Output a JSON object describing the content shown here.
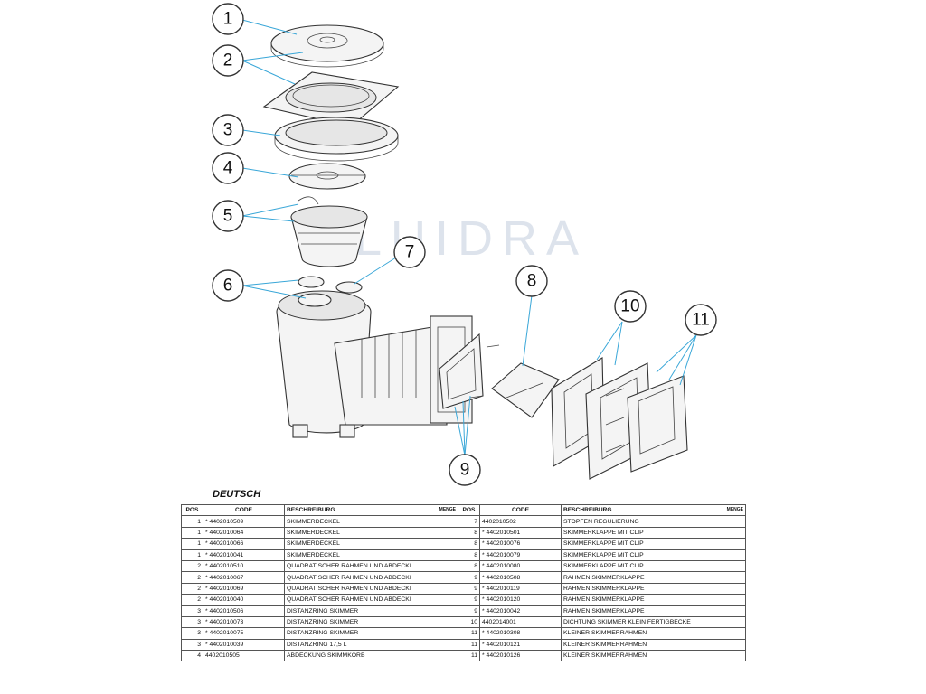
{
  "diagram": {
    "watermark": "LUIDRA",
    "callouts": [
      "1",
      "2",
      "3",
      "4",
      "5",
      "6",
      "7",
      "8",
      "9",
      "10",
      "11"
    ]
  },
  "section_heading": "DEUTSCH",
  "table": {
    "headers": {
      "pos": "POS",
      "code": "CODE",
      "desc": "BESCHREIBURG",
      "qty": "MENGE"
    },
    "left_rows": [
      {
        "pos": "1",
        "code": "* 4402010509",
        "desc": "SKIMMERDECKEL"
      },
      {
        "pos": "1",
        "code": "* 4402010064",
        "desc": "SKIMMERDECKEL"
      },
      {
        "pos": "1",
        "code": "* 4402010066",
        "desc": "SKIMMERDECKEL"
      },
      {
        "pos": "1",
        "code": "* 4402010041",
        "desc": "SKIMMERDECKEL"
      },
      {
        "pos": "2",
        "code": "* 4402010510",
        "desc": "QUADRATISCHER RAHMEN UND ABDECKI"
      },
      {
        "pos": "2",
        "code": "* 4402010067",
        "desc": "QUADRATISCHER RAHMEN UND ABDECKI"
      },
      {
        "pos": "2",
        "code": "* 4402010069",
        "desc": "QUADRATISCHER RAHMEN UND ABDECKI"
      },
      {
        "pos": "2",
        "code": "* 4402010040",
        "desc": "QUADRATISCHER RAHMEN UND ABDECKI"
      },
      {
        "pos": "3",
        "code": "* 4402010506",
        "desc": "DISTANZRING SKIMMER"
      },
      {
        "pos": "3",
        "code": "* 4402010073",
        "desc": "DISTANZRING SKIMMER"
      },
      {
        "pos": "3",
        "code": "* 4402010075",
        "desc": "DISTANZRING SKIMMER"
      },
      {
        "pos": "3",
        "code": "* 4402010039",
        "desc": "DISTANZRING 17,5 L"
      },
      {
        "pos": "4",
        "code": "4402010505",
        "desc": "ABDECKUNG SKIMMKORB"
      }
    ],
    "right_rows": [
      {
        "pos": "7",
        "code": "4402010502",
        "desc": "STOPFEN REGULIERUNG"
      },
      {
        "pos": "8",
        "code": "* 4402010501",
        "desc": "SKIMMERKLAPPE MIT CLIP"
      },
      {
        "pos": "8",
        "code": "* 4402010076",
        "desc": "SKIMMERKLAPPE MIT CLIP"
      },
      {
        "pos": "8",
        "code": "* 4402010079",
        "desc": "SKIMMERKLAPPE MIT CLIP"
      },
      {
        "pos": "8",
        "code": "* 4402010080",
        "desc": "SKIMMERKLAPPE MIT CLIP"
      },
      {
        "pos": "9",
        "code": "* 4402010508",
        "desc": "RAHMEN SKIMMERKLAPPE"
      },
      {
        "pos": "9",
        "code": "* 4402010119",
        "desc": "RAHMEN SKIMMERKLAPPE"
      },
      {
        "pos": "9",
        "code": "* 4402010120",
        "desc": "RAHMEN SKIMMERKLAPPE"
      },
      {
        "pos": "9",
        "code": "* 4402010042",
        "desc": "RAHMEN SKIMMERKLAPPE"
      },
      {
        "pos": "10",
        "code": "4402014001",
        "desc": "DICHTUNG SKIMMER KLEIN FERTIGBECKE"
      },
      {
        "pos": "11",
        "code": "* 4402010308",
        "desc": "KLEINER SKIMMERRAHMEN"
      },
      {
        "pos": "11",
        "code": "* 4402010121",
        "desc": "KLEINER SKIMMERRAHMEN"
      },
      {
        "pos": "11",
        "code": "* 4402010126",
        "desc": "KLEINER SKIMMERRAHMEN"
      }
    ]
  }
}
